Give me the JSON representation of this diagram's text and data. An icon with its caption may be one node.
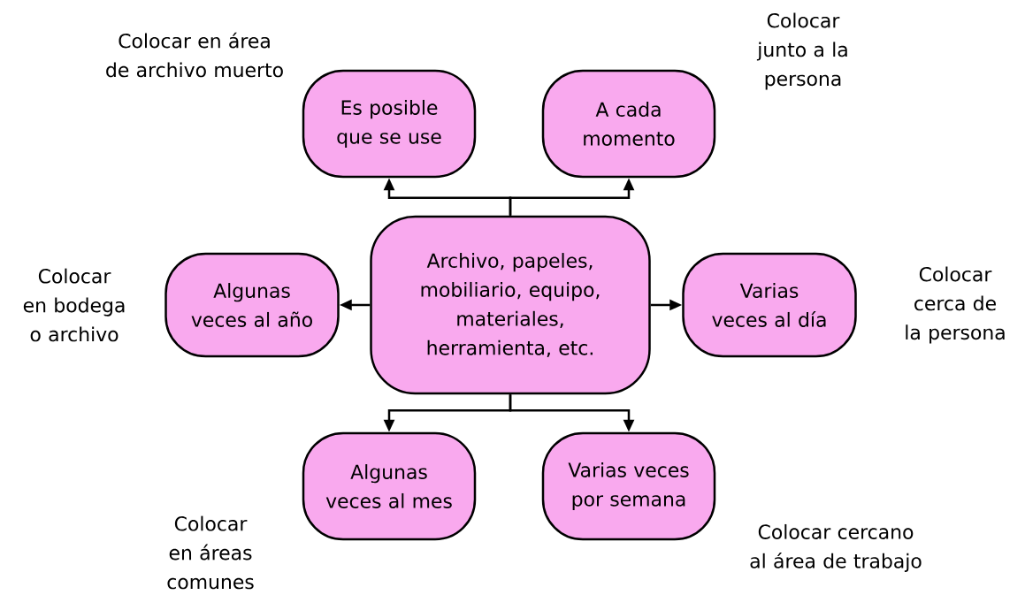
{
  "diagram": {
    "nodes": [
      {
        "text": [
          "Es posible que se use"
        ],
        "beside": [
          "Colocar en área de archivo muerto"
        ]
      },
      {
        "text": [
          "A cada momento"
        ],
        "beside": [
          "Colocar junto a la persona"
        ]
      },
      {
        "text": [
          "Algunas veces al año"
        ],
        "beside": [
          "Colocar en bodega o archivo"
        ]
      },
      {
        "text": [
          "Archivo, papeles, mobiliario, equipo, materiales, herramienta, etc."
        ]
      },
      {
        "text": [
          "Varias veces al día"
        ],
        "beside": [
          "Colocar cerca de la persona"
        ]
      },
      {
        "text": [
          "Algunas veces al mes"
        ],
        "beside": [
          "Colocar en áreas comunes"
        ]
      },
      {
        "text": [
          "Varias veces por semana"
        ],
        "beside": [
          "Colocar cercano al área de trabajo"
        ]
      }
    ],
    "edges": [
      {
        "from": 3,
        "to": 0,
        "arrow": "to"
      },
      {
        "from": 3,
        "to": 1,
        "arrow": "to"
      },
      {
        "from": 3,
        "to": 2,
        "arrow": "to"
      },
      {
        "from": 3,
        "to": 4,
        "arrow": "to"
      },
      {
        "from": 3,
        "to": 5,
        "arrow": "to"
      },
      {
        "from": 3,
        "to": 6,
        "arrow": "to"
      }
    ]
  }
}
